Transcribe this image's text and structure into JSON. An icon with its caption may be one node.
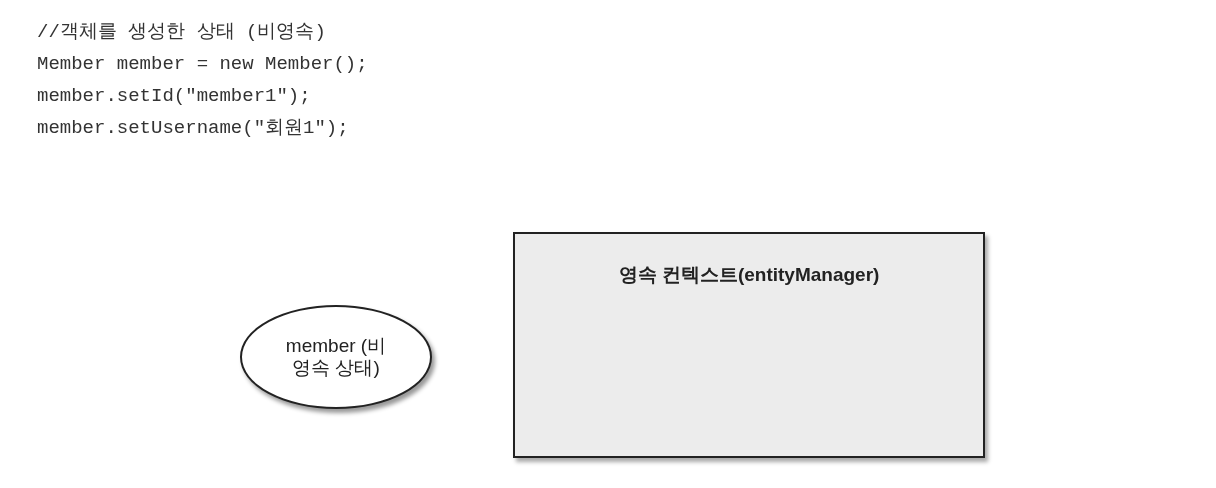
{
  "diagram": {
    "nodes": [
      {
        "text": [
          "member (비영속 상태)"
        ]
      },
      {
        "text": [
          "영속 컨텍스트(entityManager)"
        ]
      }
    ],
    "labels": [
      "//객체를 생성한 상태 (비영속)",
      "Member member = new Member();",
      "member.setId(\"member1\");",
      "member.setUsername(\"회원1\");"
    ]
  }
}
